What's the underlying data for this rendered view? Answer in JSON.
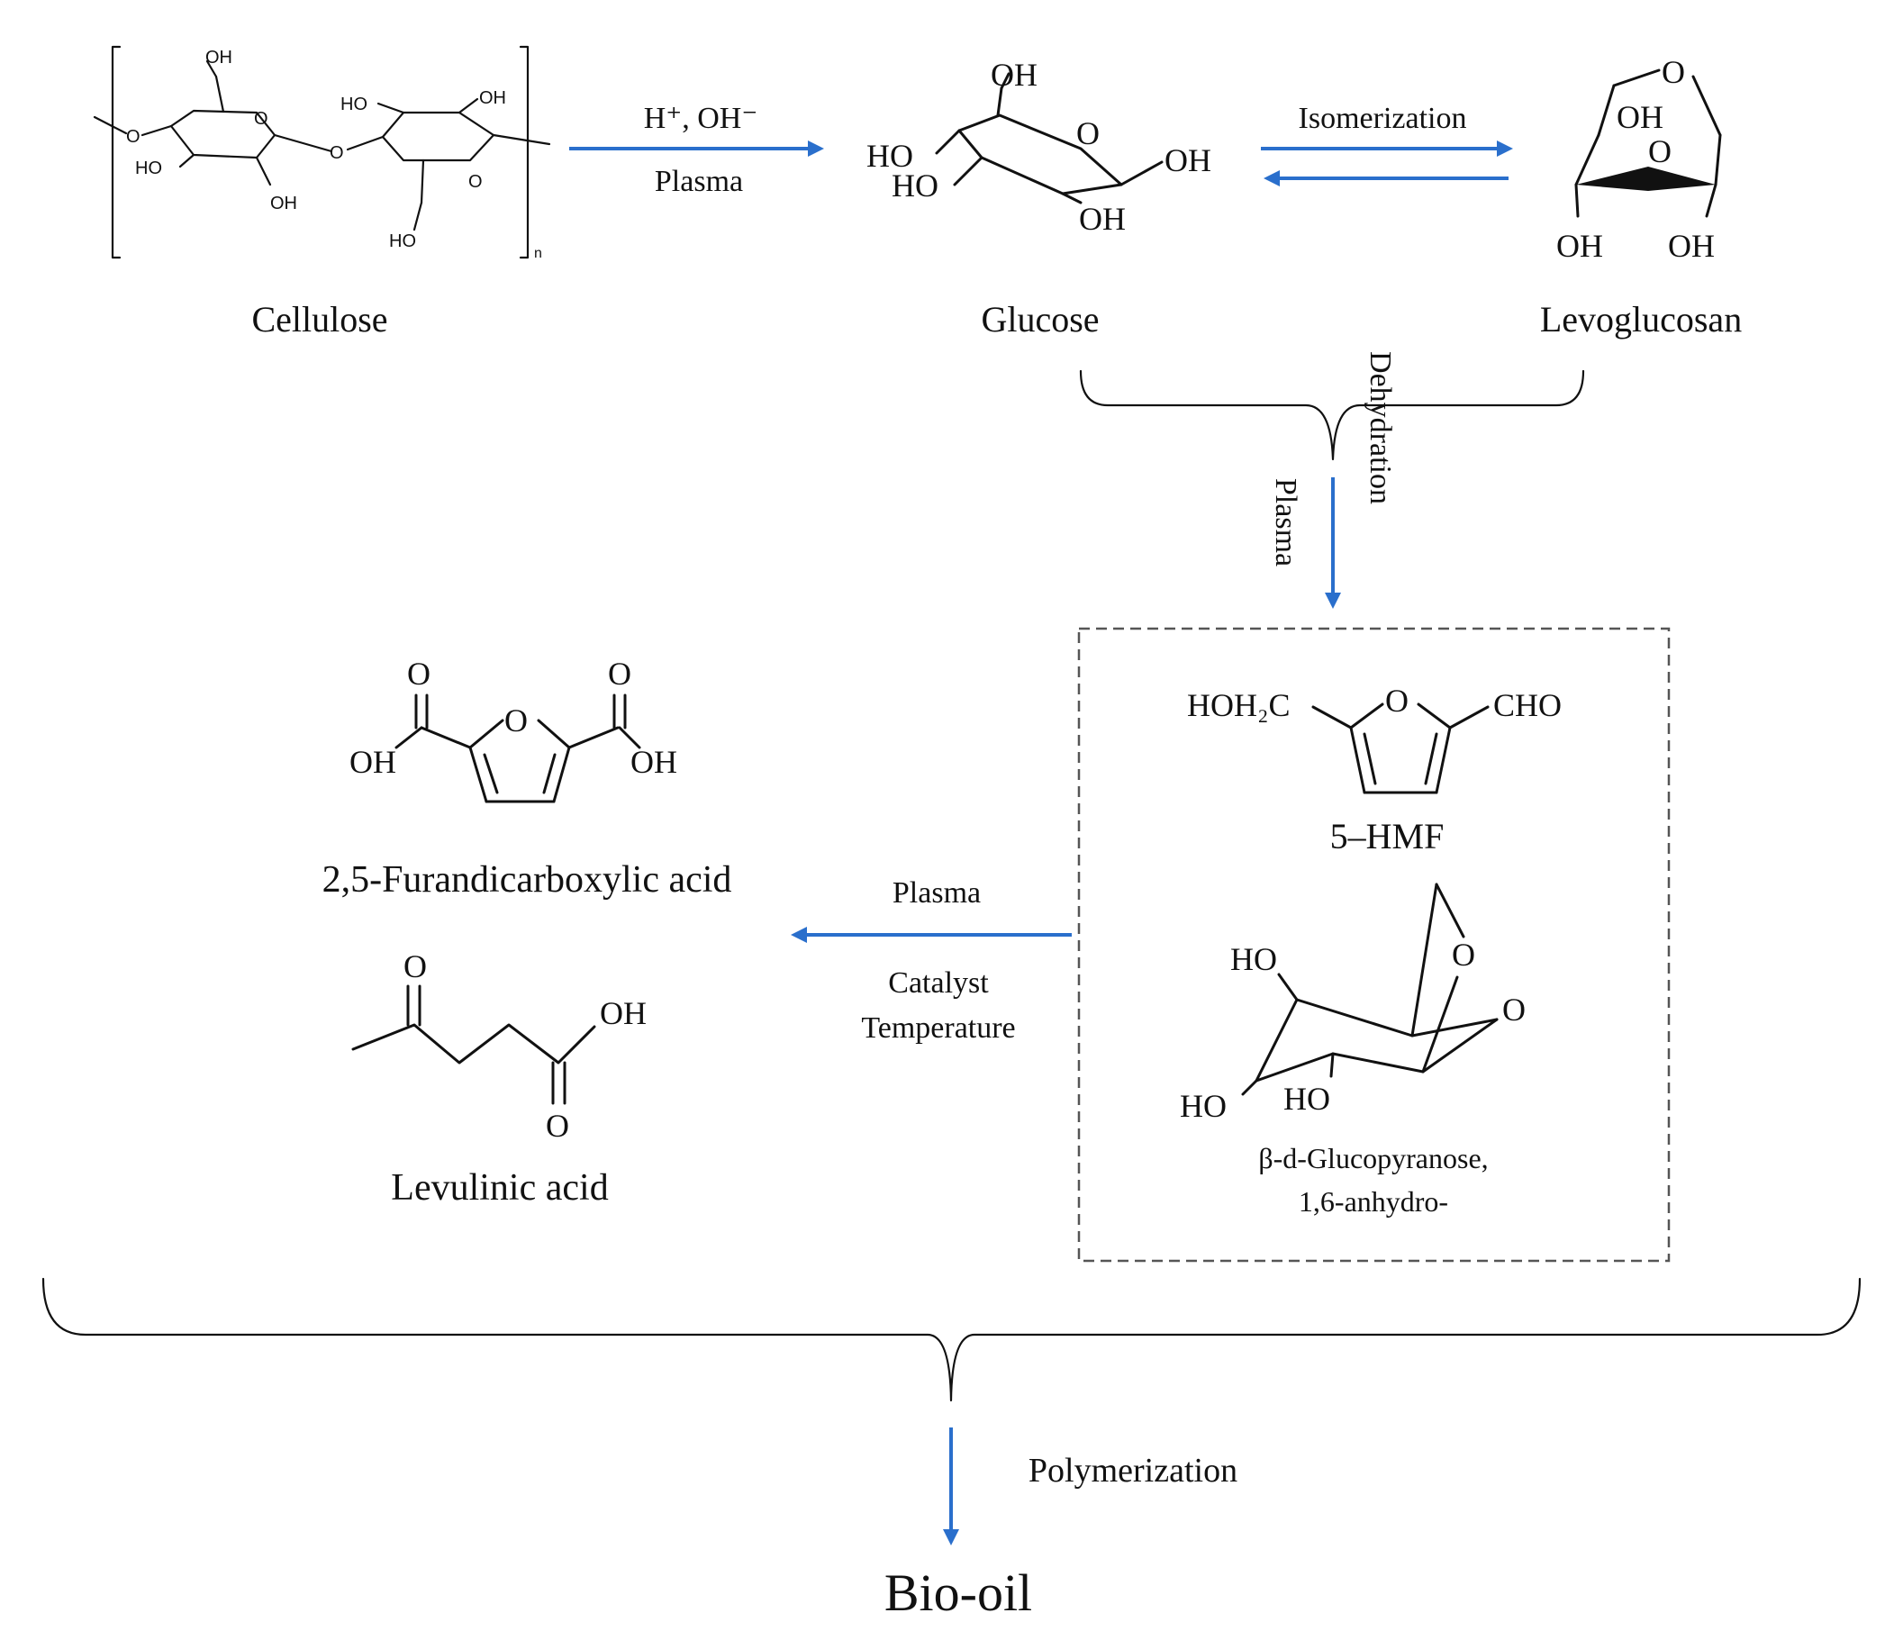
{
  "compounds": {
    "cellulose": "Cellulose",
    "glucose": "Glucose",
    "levoglucosan": "Levoglucosan",
    "hmf": "5–HMF",
    "glucopyranose_line1": "β-d-Glucopyranose,",
    "glucopyranose_line2": "1,6-anhydro-",
    "fdca": "2,5-Furandicarboxylic acid",
    "levulinic": "Levulinic acid",
    "biooil": "Bio-oil"
  },
  "conditions": {
    "acid_base": "H⁺,   OH⁻",
    "plasma1": "Plasma",
    "isomerization": "Isomerization",
    "dehydration": "Dehydration",
    "plasma2": "Plasma",
    "plasma3": "Plasma",
    "catalyst": "Catalyst",
    "temperature": "Temperature",
    "polymerization": "Polymerization"
  },
  "atoms": {
    "cell_oh_top": "OH",
    "cell_o_ring1": "O",
    "cell_ho_left": "HO",
    "cell_oh_bottom": "OH",
    "cell_o_bridge": "O",
    "cell_ho_top2": "HO",
    "cell_oh_right": "OH",
    "cell_o_ring2": "O",
    "cell_ho_bottom2": "HO",
    "cell_o_left_end": "O",
    "cell_subscript": "n",
    "glu_oh_top": "OH",
    "glu_o_ring": "O",
    "glu_ho_1": "HO",
    "glu_ho_2": "HO",
    "glu_oh_right": "OH",
    "glu_oh_bottom": "OH",
    "lev_o_top": "O",
    "lev_oh_mid": "OH",
    "lev_o_mid": "O",
    "lev_oh_b1": "OH",
    "lev_oh_b2": "OH",
    "hmf_left": "HOH₂C",
    "hmf_o": "O",
    "hmf_right": "CHO",
    "bg_ho_top": "HO",
    "bg_o_top": "O",
    "bg_o_right": "O",
    "bg_ho_b1": "HO",
    "bg_ho_b2": "HO",
    "fd_o_l": "O",
    "fd_o_r": "O",
    "fd_o_ring": "O",
    "fd_oh_l": "OH",
    "fd_oh_r": "OH",
    "la_o_top": "O",
    "la_oh": "OH",
    "la_o_bottom": "O"
  }
}
